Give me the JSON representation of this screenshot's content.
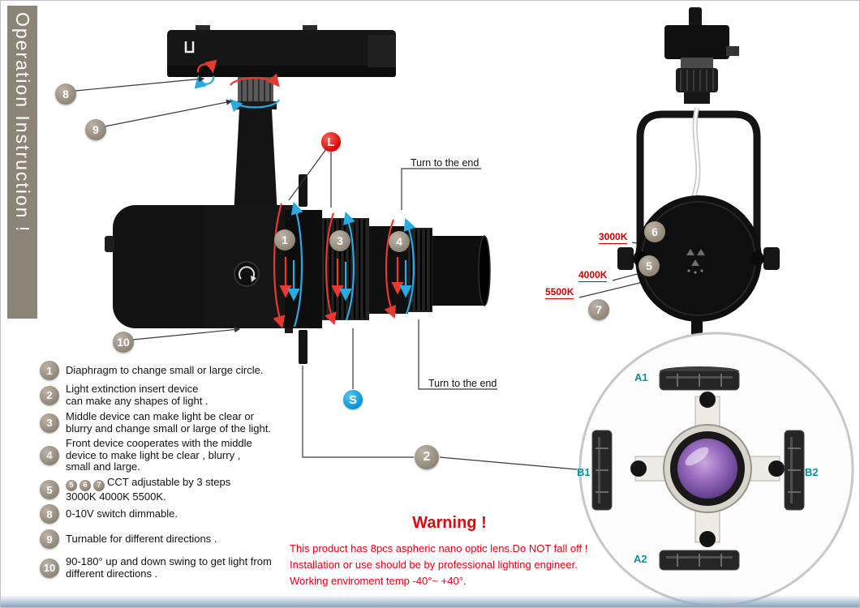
{
  "banner": {
    "title": "Operation Instruction !"
  },
  "drawing": {
    "badge_l": "L",
    "badge_s": "S",
    "turn_top": "Turn to the end",
    "turn_bottom": "Turn to the end",
    "callout_1": "1",
    "callout_2": "2",
    "callout_3": "3",
    "callout_4": "4",
    "callout_5": "5",
    "callout_6": "6",
    "callout_7": "7",
    "callout_8": "8",
    "callout_9": "9",
    "callout_10": "10",
    "cct": {
      "k3000": "3000K",
      "k4000": "4000K",
      "k5500": "5500K"
    },
    "accessories": {
      "a1": "A1",
      "a2": "A2",
      "b1": "B1",
      "b2": "B2"
    }
  },
  "instructions": [
    {
      "num": "1",
      "text": "Diaphragm to change small or large circle."
    },
    {
      "num": "2",
      "text": "Light extinction insert device\ncan make any shapes of light ."
    },
    {
      "num": "3",
      "text": "Middle device can make light be clear or\nblurry and change small or large of the light."
    },
    {
      "num": "4",
      "text": "Front device cooperates with the middle\ndevice to make light be clear , blurry ,\nsmall and large."
    },
    {
      "num": "5",
      "badges": [
        "5",
        "6",
        "7"
      ],
      "text": "CCT adjustable by 3 steps\n3000K 4000K 5500K."
    },
    {
      "num": "8",
      "text": "0-10V switch dimmable."
    },
    {
      "num": "9",
      "text": "Turnable for different directions ."
    },
    {
      "num": "10",
      "text": "90-180° up and down swing to get light from\ndifferent directions ."
    }
  ],
  "warning": {
    "title": "Warning !",
    "lines": [
      "This product has 8pcs aspheric nano optic lens.Do NOT fall off !",
      "Installation or use should be by professional lighting engineer.",
      "Working enviroment temp  -40°~ +40°."
    ]
  },
  "colors": {
    "accent_red": "#e60012",
    "accent_blue": "#00a0e9",
    "label_teal": "#0e8f9e",
    "callout_tan": "#9a9083",
    "banner_taupe": "#8d8478"
  }
}
